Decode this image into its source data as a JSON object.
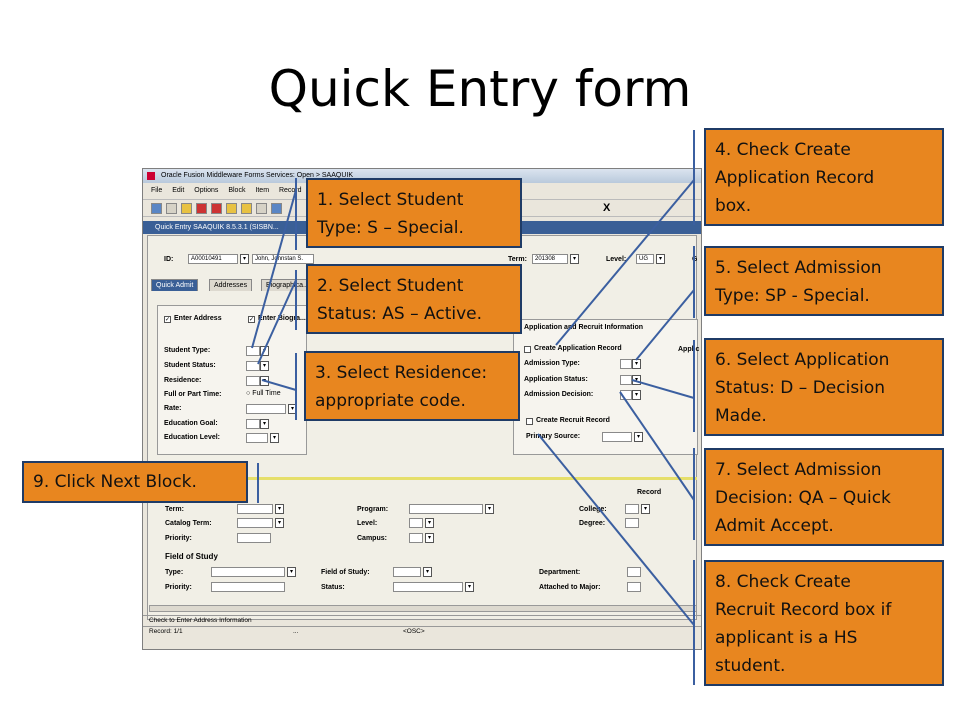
{
  "slide": {
    "title": "Quick Entry form"
  },
  "window": {
    "title": "Oracle Fusion Middleware Forms Services:  Open > SAAQUIK",
    "menu": [
      "File",
      "Edit",
      "Options",
      "Block",
      "Item",
      "Record"
    ],
    "toolbar_close": "X",
    "form_title": "Quick Entry  SAAQUIK  8.5.3.1  (SISBN..."
  },
  "header_fields": {
    "id_label": "ID:",
    "id_value": "A00010491",
    "name_value": "John, Johnstan S.",
    "term_label": "Term:",
    "term_value": "201308",
    "level_label": "Level:",
    "level_value": "UG",
    "g_label": "G"
  },
  "tabs": [
    "Quick Admit",
    "Addresses",
    "Biographica..."
  ],
  "student_panel": {
    "enter_address": "Enter Address",
    "enter_bio": "Enter Biogra...",
    "student_type": "Student Type:",
    "student_status": "Student Status:",
    "residence": "Residence:",
    "full_part": "Full or Part Time:",
    "full_time": "Full Time",
    "rate": "Rate:",
    "education_goal": "Education Goal:",
    "education_level": "Education Level:"
  },
  "application_panel": {
    "header": "Application and Recruit Information",
    "create_app": "Create Application Record",
    "admission_type": "Admission Type:",
    "application_status": "Application Status:",
    "admission_decision": "Admission Decision:",
    "create_recruit": "Create Recruit Record",
    "primary_source": "Primary Source:",
    "appl_label": "Applic"
  },
  "curriculum": {
    "record": "Record",
    "term": "Term:",
    "program": "Program:",
    "college": "College:",
    "catalog_term": "Catalog Term:",
    "level": "Level:",
    "degree": "Degree:",
    "priority": "Priority:",
    "campus": "Campus:"
  },
  "field_of_study": {
    "header": "Field of Study",
    "type": "Type:",
    "field": "Field of Study:",
    "department": "Department:",
    "priority": "Priority:",
    "status": "Status:",
    "attached": "Attached to Major:"
  },
  "status_bar": {
    "hint": "Check to Enter Address Information",
    "record": "Record: 1/1",
    "dots": "...",
    "osc": "<OSC>"
  },
  "callouts": {
    "c1": [
      "1. Select Student",
      "Type: S – Special."
    ],
    "c2": [
      "2. Select Student",
      "Status: AS – Active."
    ],
    "c3": [
      "3. Select Residence:",
      "appropriate code."
    ],
    "c4": [
      "4. Check Create",
      "Application Record",
      "box."
    ],
    "c5": [
      "5. Select Admission",
      "Type: SP - Special."
    ],
    "c6": [
      "6. Select Application",
      "Status: D – Decision",
      "Made."
    ],
    "c7": [
      "7. Select Admission",
      "Decision: QA – Quick",
      "Admit Accept."
    ],
    "c8": [
      "8. Check Create",
      "Recruit Record box if",
      "applicant is a HS",
      "student."
    ],
    "c9": [
      "9. Click Next Block."
    ]
  },
  "colors": {
    "callout_fill": "#e8861f",
    "callout_border": "#1f3b66",
    "line": "#3b5fa0"
  }
}
